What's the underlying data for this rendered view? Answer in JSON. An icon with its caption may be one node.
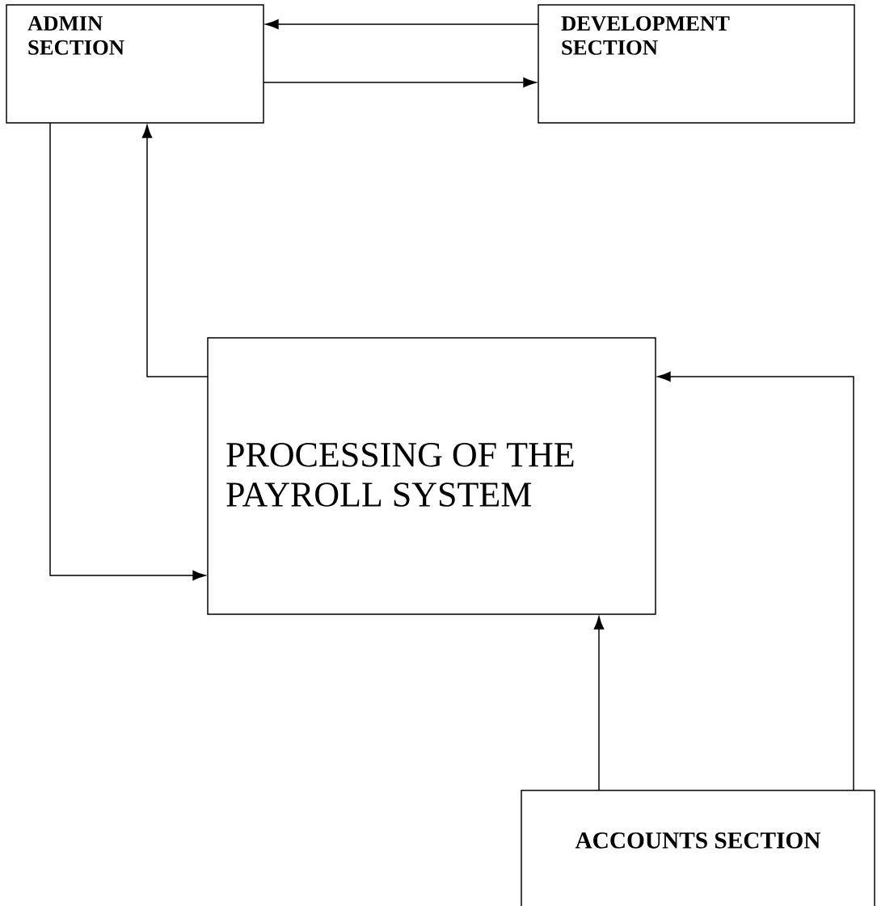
{
  "diagram": {
    "nodes": [
      {
        "text": [
          "ADMIN SECTION"
        ]
      },
      {
        "text": [
          "DEVELOPMENT SECTION"
        ]
      },
      {
        "text": [
          "PROCESSING OF THE PAYROLL SYSTEM"
        ]
      },
      {
        "text": [
          "ACCOUNTS SECTION"
        ]
      }
    ],
    "edges": [
      {
        "from": 1,
        "to": 0,
        "arrow": "to"
      },
      {
        "from": 0,
        "to": 1,
        "arrow": "to"
      },
      {
        "from": 2,
        "to": 0,
        "arrow": "to"
      },
      {
        "from": 0,
        "to": 2,
        "arrow": "to"
      },
      {
        "from": 3,
        "to": 2,
        "arrow": "to"
      },
      {
        "from": 3,
        "to": 2,
        "arrow": "to"
      }
    ]
  }
}
